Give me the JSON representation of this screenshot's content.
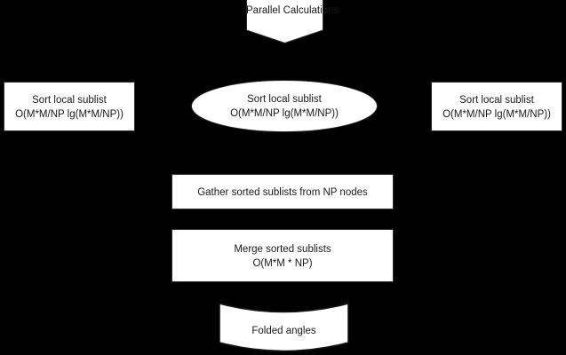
{
  "diagram": {
    "title": "Parallel Calculations flowchart",
    "background_color": "#000000",
    "shape_fill": "#ffffff",
    "shape_stroke": "#2b2b2b",
    "text_color": "#1a1a1a"
  },
  "nodes": {
    "start": {
      "shape": "notched-rectangle",
      "line1": "Parallel",
      "line2": "Calculations"
    },
    "sort_left": {
      "shape": "rectangle",
      "line1": "Sort local sublist",
      "line2": "O(M*M/NP lg(M*M/NP))"
    },
    "sort_center": {
      "shape": "ellipse",
      "line1": "Sort local sublist",
      "line2": "O(M*M/NP lg(M*M/NP))"
    },
    "sort_right": {
      "shape": "rectangle",
      "line1": "Sort local sublist",
      "line2": "O(M*M/NP lg(M*M/NP))"
    },
    "gather": {
      "shape": "rectangle",
      "line1": "Gather sorted sublists from NP nodes"
    },
    "merge": {
      "shape": "rectangle",
      "line1": "Merge sorted sublists",
      "line2": "O(M*M * NP)"
    },
    "output": {
      "shape": "stored-data-disk",
      "line1": "Folded angles"
    }
  }
}
